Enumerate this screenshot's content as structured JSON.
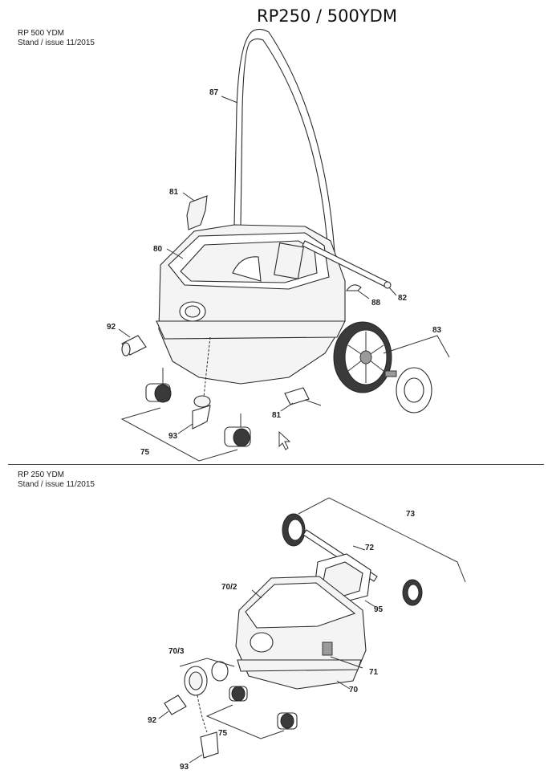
{
  "title": "RP250 / 500YDM",
  "sections": [
    {
      "model": "RP 500 YDM",
      "issue": "Stand / issue 11/2015"
    },
    {
      "model": "RP 250 YDM",
      "issue": "Stand / issue 11/2015"
    }
  ],
  "callouts_top": [
    "87",
    "81",
    "80",
    "82",
    "88",
    "83",
    "92",
    "81",
    "93",
    "75"
  ],
  "callouts_bottom": [
    "73",
    "72",
    "70/2",
    "95",
    "70/3",
    "71",
    "70",
    "92",
    "75",
    "93"
  ]
}
